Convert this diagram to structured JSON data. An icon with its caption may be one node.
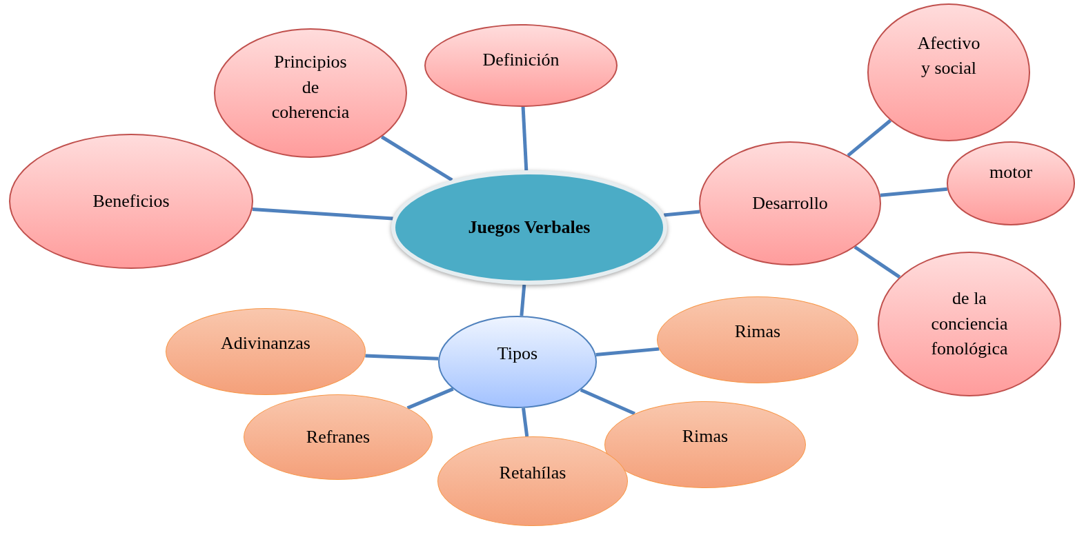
{
  "diagram": {
    "nodes": [
      {
        "text": [
          "Juegos Verbales"
        ]
      },
      {
        "text": [
          "Principios de coherencia"
        ]
      },
      {
        "text": [
          "Definición"
        ]
      },
      {
        "text": [
          "Beneficios"
        ]
      },
      {
        "text": [
          "Desarrollo"
        ]
      },
      {
        "text": [
          "Afectivo y social"
        ]
      },
      {
        "text": [
          "motor"
        ]
      },
      {
        "text": [
          "de la conciencia fonológica"
        ]
      },
      {
        "text": [
          "Tipos"
        ]
      },
      {
        "text": [
          "Adivinanzas"
        ]
      },
      {
        "text": [
          "Rimas"
        ]
      },
      {
        "text": [
          "Refranes"
        ]
      },
      {
        "text": [
          "Rimas"
        ]
      },
      {
        "text": [
          "Retahílas"
        ]
      }
    ],
    "edges": [
      {
        "from": 0,
        "to": 1,
        "arrow": "none"
      },
      {
        "from": 0,
        "to": 2,
        "arrow": "none"
      },
      {
        "from": 0,
        "to": 3,
        "arrow": "none"
      },
      {
        "from": 0,
        "to": 4,
        "arrow": "none"
      },
      {
        "from": 0,
        "to": 8,
        "arrow": "none"
      },
      {
        "from": 4,
        "to": 5,
        "arrow": "none"
      },
      {
        "from": 4,
        "to": 6,
        "arrow": "none"
      },
      {
        "from": 4,
        "to": 7,
        "arrow": "none"
      },
      {
        "from": 8,
        "to": 9,
        "arrow": "none"
      },
      {
        "from": 8,
        "to": 10,
        "arrow": "none"
      },
      {
        "from": 8,
        "to": 11,
        "arrow": "none"
      },
      {
        "from": 8,
        "to": 12,
        "arrow": "none"
      },
      {
        "from": 8,
        "to": 13,
        "arrow": "none"
      }
    ]
  }
}
